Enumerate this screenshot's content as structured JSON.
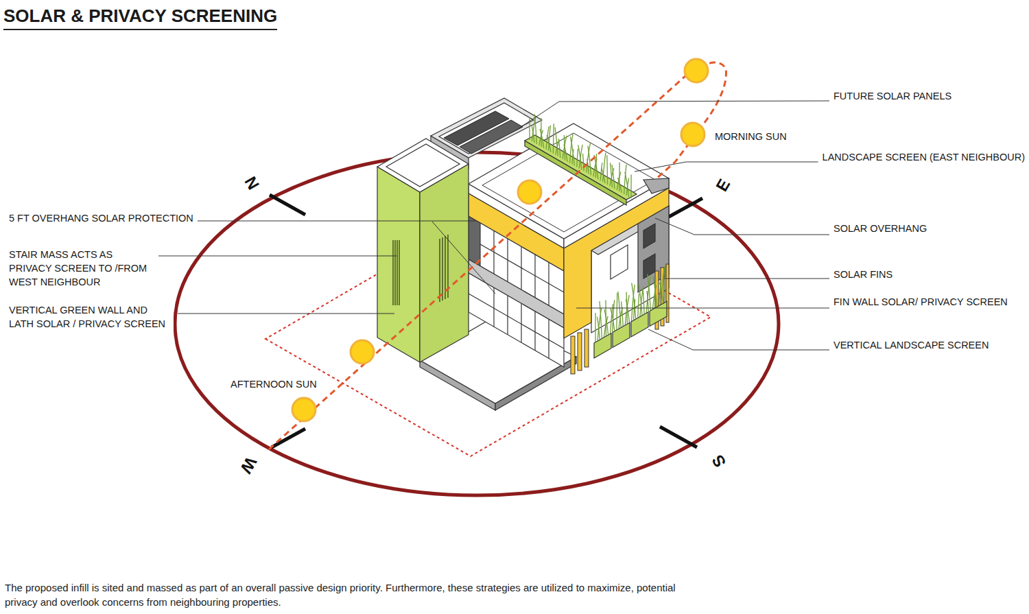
{
  "diagram": {
    "title": "SOLAR & PRIVACY SCREENING",
    "caption": "The proposed infill is sited and massed as part of an overall passive design priority. Furthermore, these strategies are utilized to maximize, potential privacy and overlook concerns from neighbouring properties.",
    "labels": [
      "FUTURE SOLAR PANELS",
      "MORNING SUN",
      "LANDSCAPE SCREEN (EAST NEIGHBOUR)",
      "N",
      "E",
      "5 FT OVERHANG SOLAR PROTECTION",
      "SOLAR OVERHANG",
      "STAIR MASS ACTS AS PRIVACY SCREEN TO /FROM WEST NEIGHBOUR",
      "SOLAR FINS",
      "FIN WALL SOLAR/ PRIVACY SCREEN",
      "VERTICAL GREEN WALL AND LATH SOLAR / PRIVACY SCREEN",
      "VERTICAL LANDSCAPE SCREEN",
      "AFTERNOON SUN",
      "W",
      "S"
    ]
  }
}
